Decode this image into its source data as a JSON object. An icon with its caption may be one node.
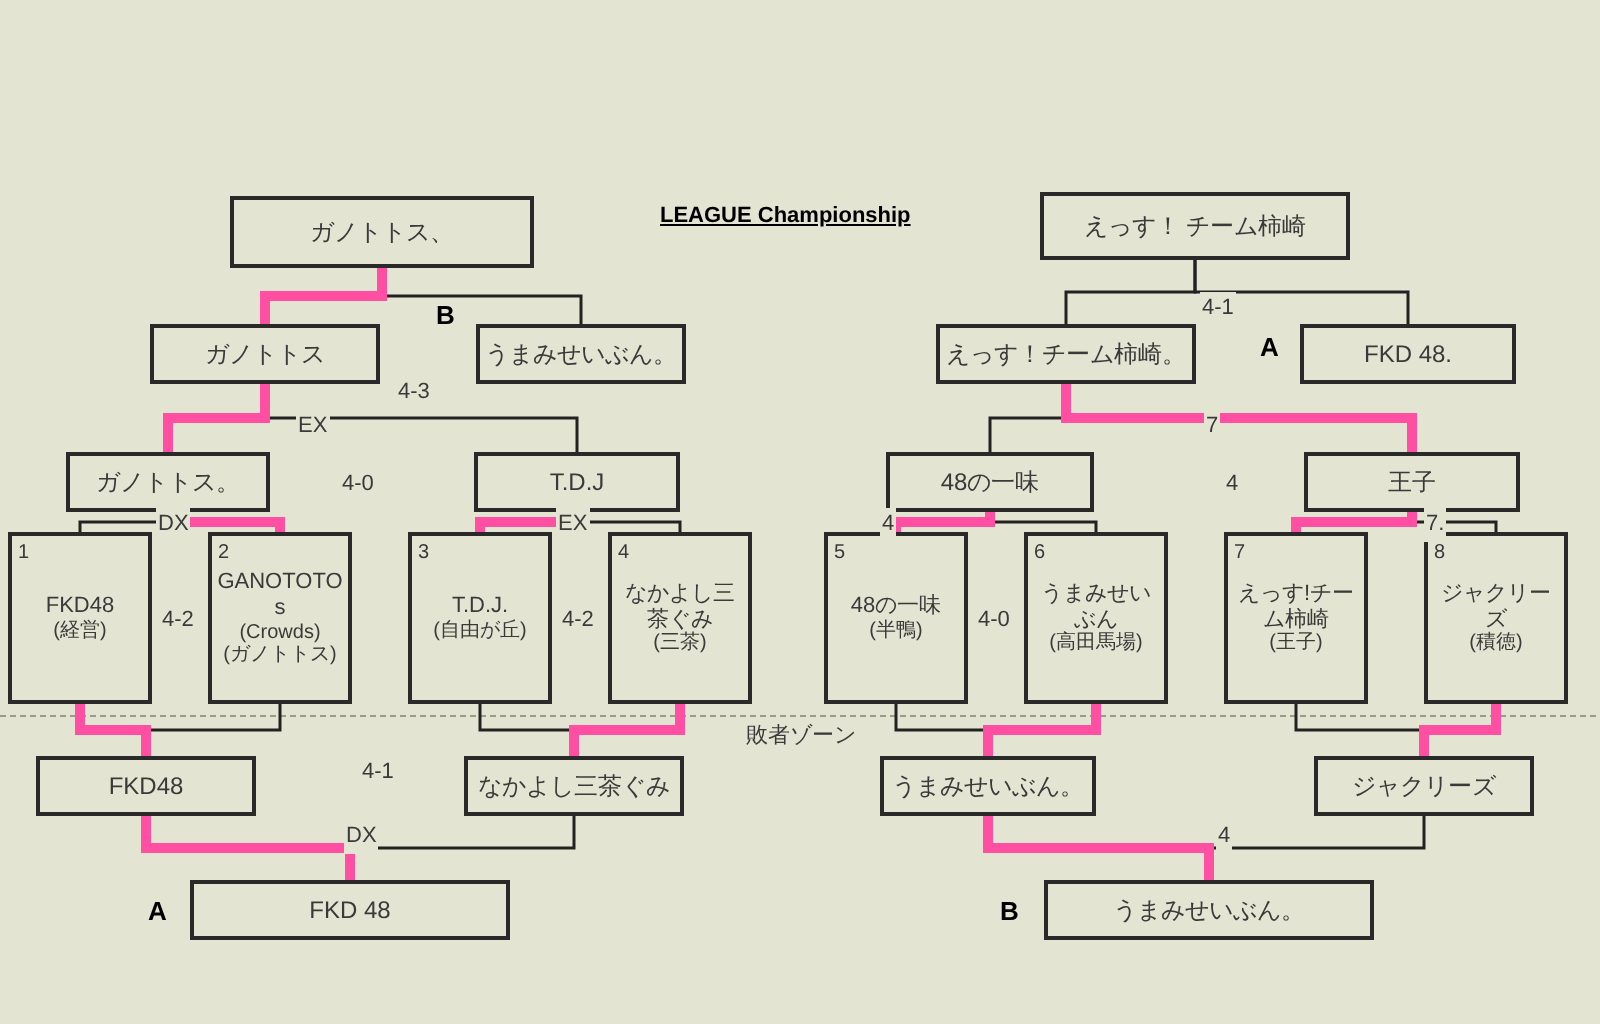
{
  "diagram": {
    "title": "LEAGUE Championship",
    "nodes": [
      {
        "text": [
          "ガノトトス、"
        ]
      },
      {
        "text": [
          "ガノトトス"
        ]
      },
      {
        "text": [
          "うまみせいぶん。"
        ],
        "beside": [
          "B"
        ]
      },
      {
        "text": [
          "ガノトトス。"
        ]
      },
      {
        "text": [
          "T.D.J"
        ]
      },
      {
        "text": [
          "1",
          "FKD48",
          "(経営)"
        ]
      },
      {
        "text": [
          "2",
          "GANOTOTOs",
          "(Crowds)",
          "(ガノトトス)"
        ]
      },
      {
        "text": [
          "3",
          "T.D.J.",
          "(自由が丘)"
        ]
      },
      {
        "text": [
          "4",
          "なかよし三茶ぐみ",
          "(三茶)"
        ]
      },
      {
        "text": [
          "FKD48"
        ]
      },
      {
        "text": [
          "なかよし三茶ぐみ"
        ]
      },
      {
        "text": [
          "FKD 48"
        ],
        "beside": [
          "A"
        ]
      },
      {
        "text": [
          "えっす！ チーム柿崎"
        ]
      },
      {
        "text": [
          "えっす！チーム柿崎。"
        ]
      },
      {
        "text": [
          "FKD 48."
        ],
        "beside": [
          "A"
        ]
      },
      {
        "text": [
          "48の一味"
        ]
      },
      {
        "text": [
          "王子"
        ]
      },
      {
        "text": [
          "5",
          "48の一味",
          "(半鴨)"
        ]
      },
      {
        "text": [
          "6",
          "うまみせいぶん",
          "(高田馬場)"
        ]
      },
      {
        "text": [
          "7",
          "えっす!チーム柿崎",
          "(王子)"
        ]
      },
      {
        "text": [
          "8",
          "ジャクリーズ",
          "(積徳)"
        ]
      },
      {
        "text": [
          "うまみせいぶん。"
        ]
      },
      {
        "text": [
          "ジャクリーズ"
        ]
      },
      {
        "text": [
          "うまみせいぶん。"
        ],
        "beside": [
          "B"
        ]
      }
    ],
    "edges": [
      {
        "from": 1,
        "to": 0,
        "arrow": "none",
        "style": "thick",
        "color": "#ff4fa3"
      },
      {
        "from": 2,
        "to": 0,
        "arrow": "none"
      },
      {
        "from": 3,
        "to": 1,
        "arrow": "none",
        "style": "thick",
        "color": "#ff4fa3"
      },
      {
        "from": 4,
        "to": 1,
        "arrow": "none"
      },
      {
        "from": 5,
        "to": 3,
        "arrow": "none"
      },
      {
        "from": 6,
        "to": 3,
        "arrow": "none",
        "style": "thick",
        "color": "#ff4fa3"
      },
      {
        "from": 7,
        "to": 4,
        "arrow": "none",
        "style": "thick",
        "color": "#ff4fa3"
      },
      {
        "from": 8,
        "to": 4,
        "arrow": "none"
      },
      {
        "from": 5,
        "to": 9,
        "arrow": "none",
        "style": "thick",
        "color": "#ff4fa3"
      },
      {
        "from": 6,
        "to": 9,
        "arrow": "none"
      },
      {
        "from": 7,
        "to": 10,
        "arrow": "none"
      },
      {
        "from": 8,
        "to": 10,
        "arrow": "none",
        "style": "thick",
        "color": "#ff4fa3"
      },
      {
        "from": 9,
        "to": 11,
        "arrow": "none",
        "style": "thick",
        "color": "#ff4fa3"
      },
      {
        "from": 10,
        "to": 11,
        "arrow": "none"
      },
      {
        "from": 13,
        "to": 12,
        "arrow": "none"
      },
      {
        "from": 14,
        "to": 12,
        "arrow": "none"
      },
      {
        "from": 15,
        "to": 13,
        "arrow": "none"
      },
      {
        "from": 16,
        "to": 13,
        "arrow": "none",
        "style": "thick",
        "color": "#ff4fa3"
      },
      {
        "from": 17,
        "to": 15,
        "arrow": "none",
        "style": "thick",
        "color": "#ff4fa3"
      },
      {
        "from": 18,
        "to": 15,
        "arrow": "none"
      },
      {
        "from": 19,
        "to": 16,
        "arrow": "none",
        "style": "thick",
        "color": "#ff4fa3"
      },
      {
        "from": 20,
        "to": 16,
        "arrow": "none"
      },
      {
        "from": 17,
        "to": 21,
        "arrow": "none"
      },
      {
        "from": 18,
        "to": 21,
        "arrow": "none",
        "style": "thick",
        "color": "#ff4fa3"
      },
      {
        "from": 19,
        "to": 22,
        "arrow": "none"
      },
      {
        "from": 20,
        "to": 22,
        "arrow": "none",
        "style": "thick",
        "color": "#ff4fa3"
      },
      {
        "from": 21,
        "to": 23,
        "arrow": "none",
        "style": "thick",
        "color": "#ff4fa3"
      },
      {
        "from": 22,
        "to": 23,
        "arrow": "none"
      }
    ],
    "labels": [
      "4-1",
      "4-3",
      "EX",
      "7",
      "4-0",
      "4",
      "DX",
      "EX",
      "4",
      "7.",
      "4-2",
      "4-2",
      "4-0",
      "敗者ゾーン",
      "4-1",
      "DX",
      "4"
    ]
  }
}
